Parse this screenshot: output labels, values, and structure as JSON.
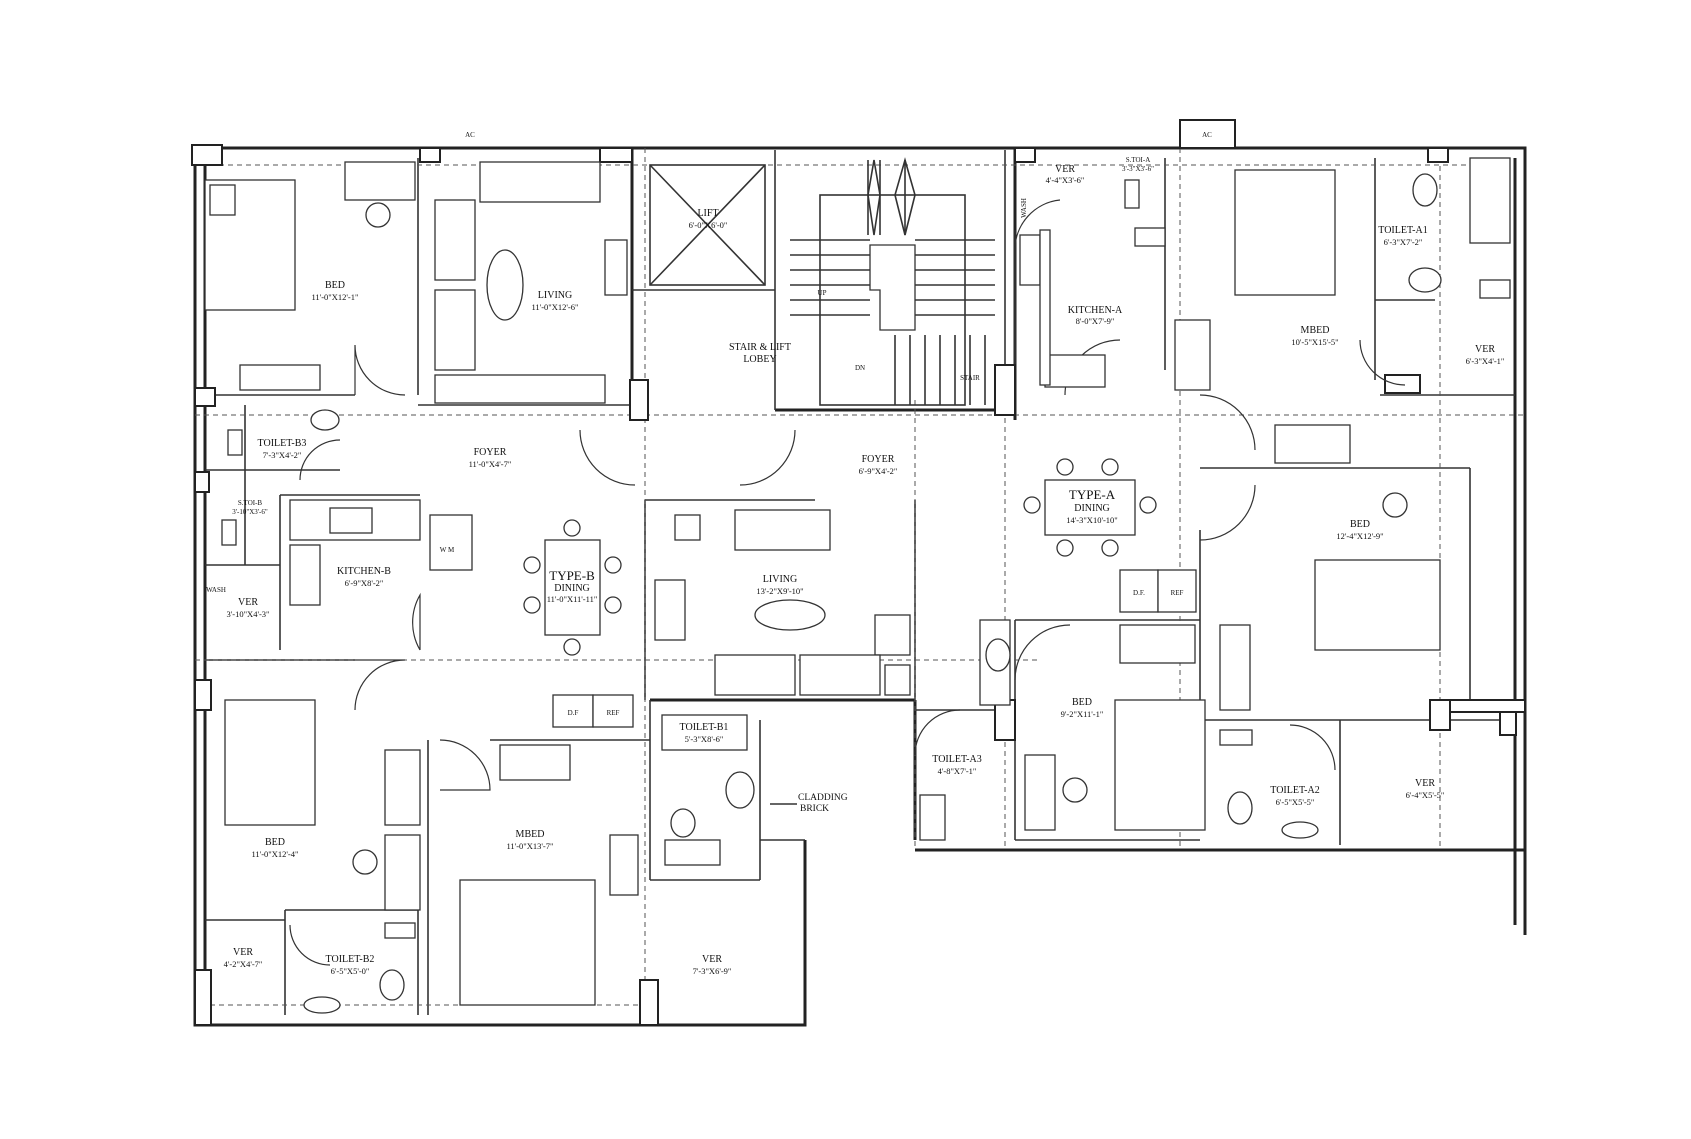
{
  "rooms": {
    "bed_b_top": {
      "name": "BED",
      "dim": "11'-0\"X12'-1\""
    },
    "living_b_top": {
      "name": "LIVING",
      "dim": "11'-0\"X12'-6\""
    },
    "lift": {
      "name": "LIFT",
      "dim": "6'-0\"X6'-0\""
    },
    "stair_lobby_1": {
      "name": "STAIR & LIFT"
    },
    "stair_lobby_2": {
      "name": "LOBEY"
    },
    "up": {
      "name": "UP"
    },
    "dn": {
      "name": "DN"
    },
    "stair": {
      "name": "STAIR"
    },
    "ver_a_top": {
      "name": "VER",
      "dim": "4'-4\"X3'-6\""
    },
    "stoi_a": {
      "name": "S.TOI-A",
      "dim": "3'-3\"X3'-6\""
    },
    "wash_a": {
      "name": "WASH"
    },
    "kitchen_a": {
      "name": "KITCHEN-A",
      "dim": "8'-0\"X7'-9\""
    },
    "mbed_a": {
      "name": "MBED",
      "dim": "10'-5\"X15'-5\""
    },
    "toilet_a1": {
      "name": "TOILET-A1",
      "dim": "6'-3\"X7'-2\""
    },
    "ver_a_right": {
      "name": "VER",
      "dim": "6'-3\"X4'-1\""
    },
    "toilet_b3": {
      "name": "TOILET-B3",
      "dim": "7'-3\"X4'-2\""
    },
    "foyer_b": {
      "name": "FOYER",
      "dim": "11'-0\"X4'-7\""
    },
    "foyer_mid": {
      "name": "FOYER",
      "dim": "6'-9\"X4'-2\""
    },
    "dining_a": {
      "name": "TYPE-A",
      "sub": "DINING",
      "dim": "14'-3\"X10'-10\""
    },
    "bed_a_right": {
      "name": "BED",
      "dim": "12'-4\"X12'-9\""
    },
    "stoi_b": {
      "name": "S.TOI-B",
      "dim": "3'-10\"X3'-6\""
    },
    "kitchen_b": {
      "name": "KITCHEN-B",
      "dim": "6'-9\"X8'-2\""
    },
    "dining_b": {
      "name": "TYPE-B",
      "sub": "DINING",
      "dim": "11'-0\"X11'-11\""
    },
    "living_mid": {
      "name": "LIVING",
      "dim": "13'-2\"X9'-10\""
    },
    "wash_b": {
      "name": "WASH"
    },
    "ver_b_left": {
      "name": "VER",
      "dim": "3'-10\"X4'-3\""
    },
    "bed_a_mid": {
      "name": "BED",
      "dim": "9'-2\"X11'-1\""
    },
    "toilet_a3": {
      "name": "TOILET-A3",
      "dim": "4'-8\"X7'-1\""
    },
    "toilet_a2": {
      "name": "TOILET-A2",
      "dim": "6'-5\"X5'-5\""
    },
    "ver_a_bottom": {
      "name": "VER",
      "dim": "6'-4\"X5'-5\""
    },
    "toilet_b1": {
      "name": "TOILET-B1",
      "dim": "5'-3\"X8'-6\""
    },
    "bed_b_bottom": {
      "name": "BED",
      "dim": "11'-0\"X12'-4\""
    },
    "mbed_b": {
      "name": "MBED",
      "dim": "11'-0\"X13'-7\""
    },
    "ver_b_bottom_left": {
      "name": "VER",
      "dim": "4'-2\"X4'-7\""
    },
    "toilet_b2": {
      "name": "TOILET-B2",
      "dim": "6'-5\"X5'-0\""
    },
    "ver_b_bottom": {
      "name": "VER",
      "dim": "7'-3\"X6'-9\""
    }
  },
  "labels": {
    "ac_left": "AC",
    "ac_right": "AC",
    "wm": "W M",
    "df_b": "D.F",
    "ref_b": "REF",
    "df_a": "D.F.",
    "ref_a": "REF",
    "cladding_1": "CLADDING",
    "cladding_2": "BRICK"
  }
}
